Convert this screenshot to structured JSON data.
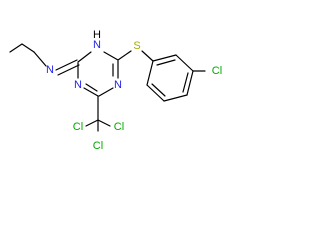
{
  "molecule": {
    "atoms": {
      "n_amine": "N",
      "h_ring": "H",
      "n_ring_top": "N",
      "n_ring_left": "N",
      "n_ring_right": "N",
      "s_thio": "S",
      "cl_phenyl": "Cl",
      "cl_1": "Cl",
      "cl_2": "Cl",
      "cl_3": "Cl"
    }
  },
  "colors": {
    "nitrogen": "#2222ee",
    "sulfur": "#aaaa00",
    "chlorine": "#00aa00",
    "bond": "#000000"
  }
}
